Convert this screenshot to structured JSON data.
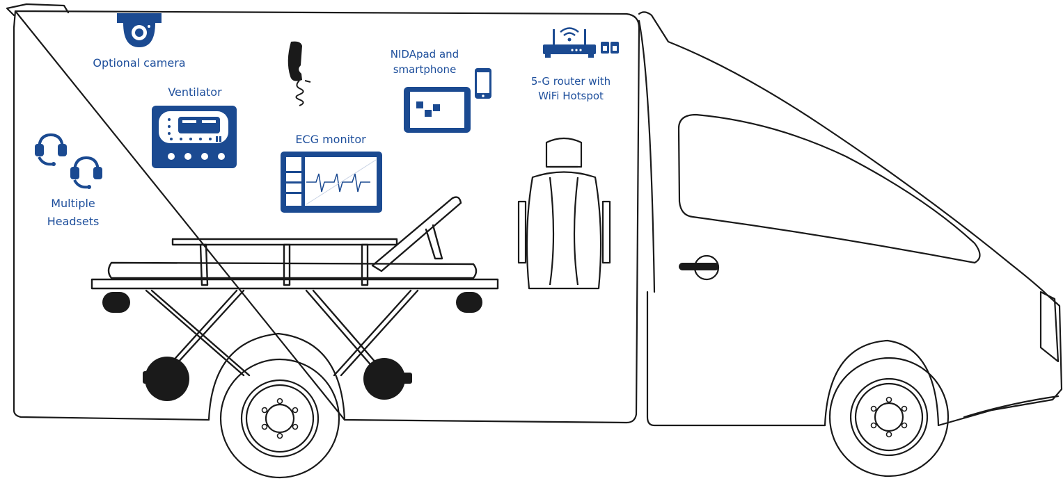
{
  "colors": {
    "accent": "#1b4a91",
    "label": "#1e4f9c",
    "outline": "#1a1a1a"
  },
  "labels": {
    "camera": "Optional camera",
    "ventilator": "Ventilator",
    "headsets_line1": "Multiple",
    "headsets_line2": "Headsets",
    "ecg": "ECG monitor",
    "nidapad_line1": "NIDApad and",
    "nidapad_line2": "smartphone",
    "router_line1": "5-G router with",
    "router_line2": "WiFi Hotspot"
  },
  "icons": [
    "camera-icon",
    "telephone-handset-icon",
    "tablet-icon",
    "smartphone-icon",
    "router-icon",
    "sim-card-icon",
    "ventilator-icon",
    "headset-icon",
    "ecg-monitor-icon",
    "stretcher-icon",
    "seat-icon"
  ]
}
